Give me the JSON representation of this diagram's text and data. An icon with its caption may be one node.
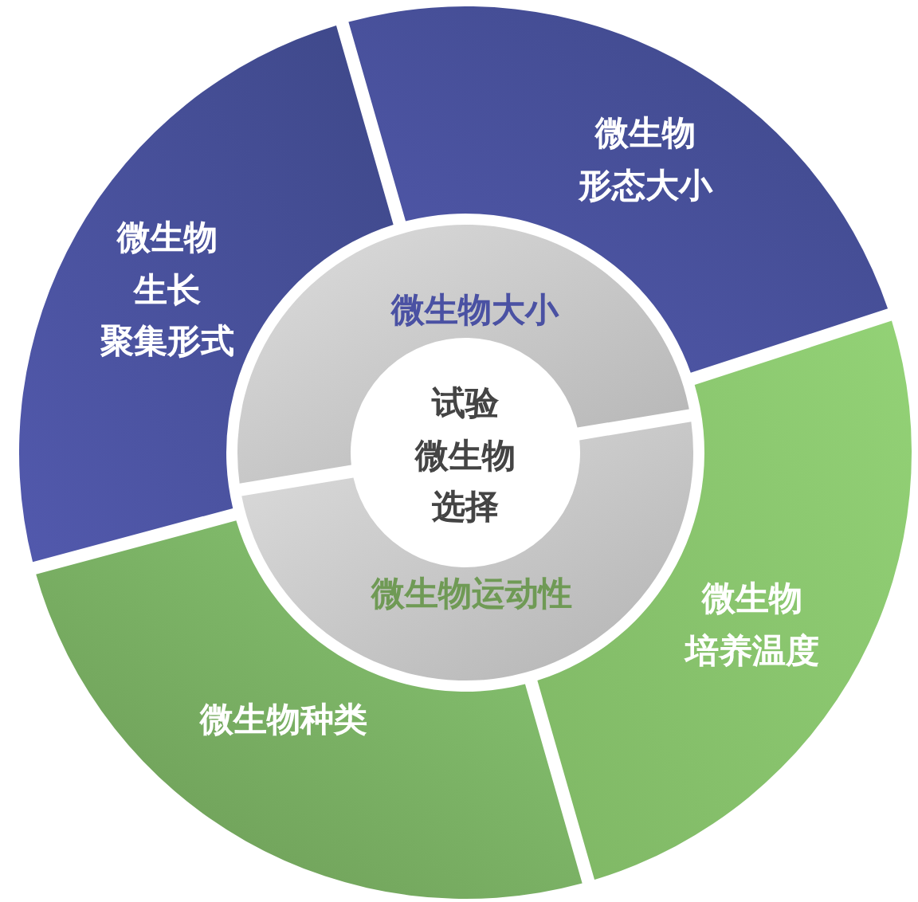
{
  "diagram": {
    "nodes": [
      {
        "text": [
          "微生物形态大小"
        ]
      },
      {
        "text": [
          "微生物生长聚集形式"
        ]
      },
      {
        "text": [
          "微生物大小"
        ]
      },
      {
        "text": [
          "试验微生物选择"
        ]
      },
      {
        "text": [
          "微生物运动性"
        ]
      },
      {
        "text": [
          "微生物培养温度"
        ]
      },
      {
        "text": [
          "微生物种类"
        ]
      }
    ],
    "edges": []
  }
}
